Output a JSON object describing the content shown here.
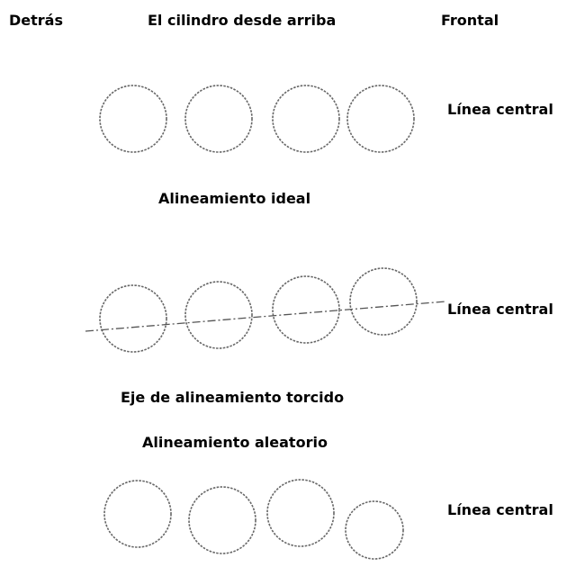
{
  "header": {
    "back": "Detrás",
    "title": "El cilindro desde arriba",
    "front": "Frontal"
  },
  "sections": {
    "ideal": {
      "caption": "Alineamiento ideal",
      "centerline": "Línea central"
    },
    "crooked": {
      "caption": "Eje de alineamiento torcido",
      "centerline": "Línea central"
    },
    "random": {
      "caption": "Alineamiento aleatorio",
      "centerline": "Línea central"
    }
  },
  "colors": {
    "circle_stroke": "#666666",
    "axis_stroke": "#555555",
    "text": "#000000"
  }
}
